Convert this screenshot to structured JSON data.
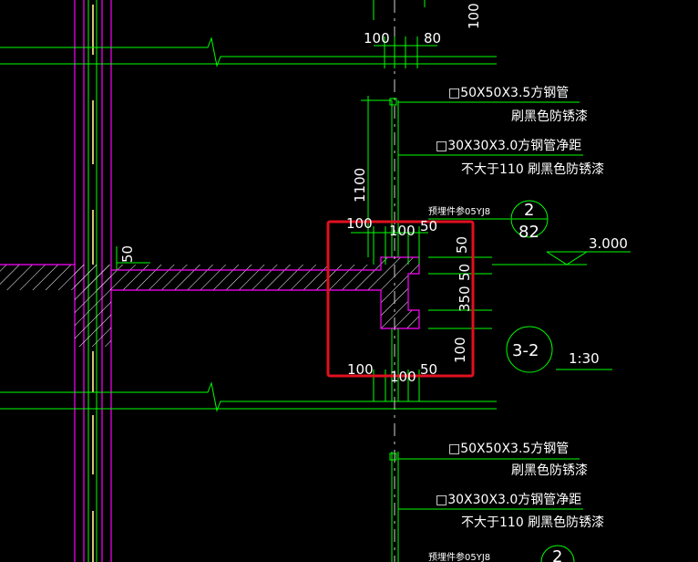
{
  "colors": {
    "background": "#000000",
    "dimension": "#00ff00",
    "structure": "#ff00ff",
    "hatch": "#ffffff",
    "text": "#ffffff",
    "highlight": "#e01020",
    "center": "#d0d0d0"
  },
  "dims": {
    "top_100_vert": "100",
    "top_100": "100",
    "top_80": "80",
    "height_1100": "1100",
    "left_100": "100",
    "mid_100": "100",
    "mid_50": "50",
    "right_50": "50",
    "right_350": "350",
    "right_50b": "50",
    "right_100": "100",
    "bottom_100a": "100",
    "bottom_100b": "100",
    "bottom_50": "50",
    "slab_50": "50"
  },
  "notes": {
    "note1_line1": "□50X50X3.5方钢管",
    "note1_line2": "刷黑色防锈漆",
    "note2_line1": "□30X30X3.0方钢管净距",
    "note2_line2": "不大于110 刷黑色防锈漆",
    "embed_ref": "预埋件参05YJ8",
    "note3_line1": "□50X50X3.5方钢管",
    "note3_line2": "刷黑色防锈漆",
    "note4_line1": "□30X30X3.0方钢管净距",
    "note4_line2": "不大于110 刷黑色防锈漆",
    "embed_ref_bottom": "预埋件参05YJ8"
  },
  "symbols": {
    "detail_top": "2",
    "detail_bottom": "82",
    "level": "3.000",
    "section": "3-2",
    "scale": "1:30",
    "detail_bottom_partial": "2"
  }
}
